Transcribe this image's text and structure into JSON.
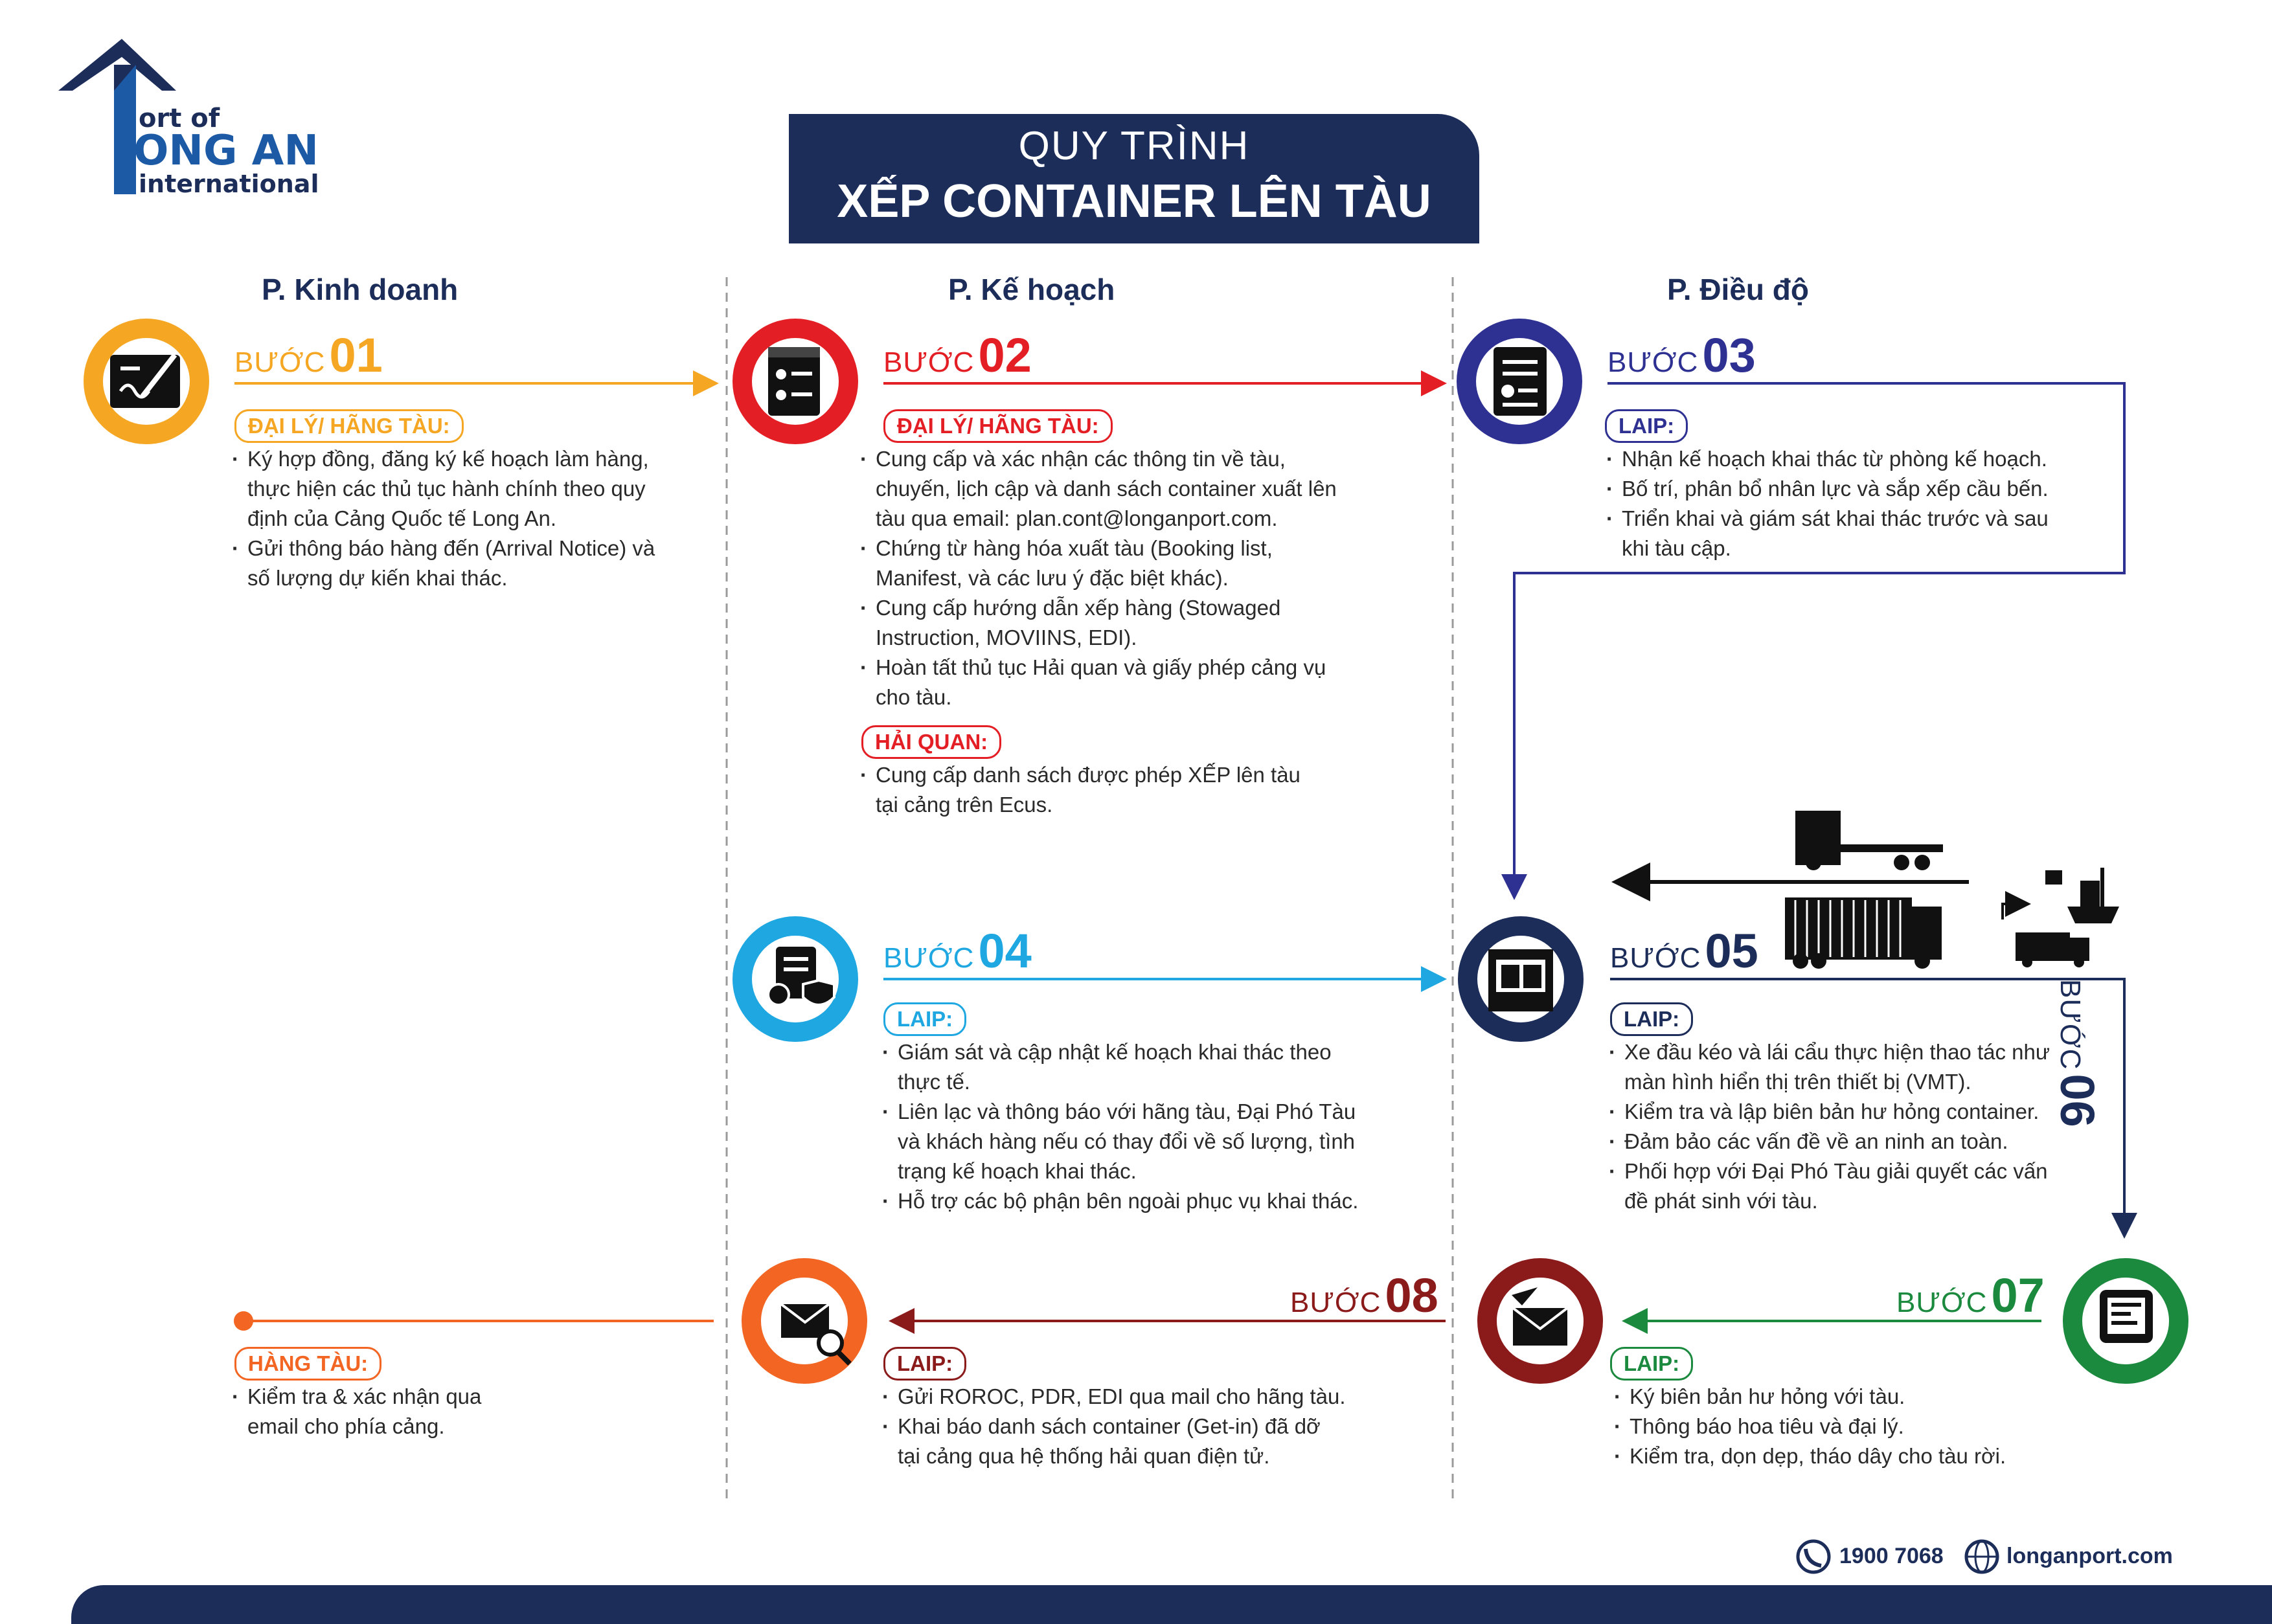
{
  "logo": {
    "line1": "ort of",
    "line2": "ONG AN",
    "line3": "international"
  },
  "title": {
    "line1": "QUY TRÌNH",
    "line2": "XẾP CONTAINER LÊN TÀU"
  },
  "departments": [
    "P. Kinh doanh",
    "P. Kế hoạch",
    "P. Điều độ"
  ],
  "step_word": "BƯỚC",
  "steps": [
    {
      "number": "01",
      "color": "#f5a623",
      "icon": "contract-signing-icon",
      "groups": [
        {
          "tag": "ĐẠI LÝ/ HÃNG TÀU:",
          "items": [
            "Ký hợp đồng, đăng ký kế hoạch làm hàng,\nthực hiện các thủ tục hành chính theo quy\nđịnh của Cảng Quốc tế Long An.",
            "Gửi thông báo hàng đến (Arrival Notice) và\nsố lượng dự kiến khai thác."
          ]
        }
      ]
    },
    {
      "number": "02",
      "color": "#e31e24",
      "icon": "document-list-icon",
      "groups": [
        {
          "tag": "ĐẠI LÝ/ HÃNG TÀU:",
          "items": [
            "Cung cấp và xác nhận các thông tin về tàu,\nchuyến, lịch cập và danh sách container xuất lên\ntàu qua email: plan.cont@longanport.com.",
            "Chứng từ hàng hóa xuất tàu (Booking list,\nManifest, và các lưu ý đặc biệt khác).",
            "Cung cấp hướng dẫn xếp hàng (Stowaged\nInstruction, MOVIINS, EDI).",
            "Hoàn tất thủ tục Hải quan và giấy phép cảng vụ\ncho tàu."
          ]
        },
        {
          "tag": "HẢI QUAN:",
          "items": [
            "Cung cấp danh sách được phép XẾP lên tàu\ntại cảng trên Ecus."
          ]
        }
      ]
    },
    {
      "number": "03",
      "color": "#2e3192",
      "icon": "checklist-icon",
      "groups": [
        {
          "tag": "LAIP:",
          "items": [
            "Nhận kế hoạch khai thác từ phòng kế hoạch.",
            "Bố trí, phân bổ nhân lực và sắp xếp cầu bến.",
            "Triển khai và giám sát khai thác trước và sau\nkhi tàu cập."
          ]
        }
      ]
    },
    {
      "number": "04",
      "color": "#1ea7e1",
      "icon": "document-inspection-icon",
      "groups": [
        {
          "tag": "LAIP:",
          "items": [
            "Giám sát và cập nhật kế hoạch khai thác theo\nthực tế.",
            "Liên lạc và thông báo với hãng tàu, Đại Phó Tàu\nvà khách hàng nếu có thay đổi về số lượng, tình\ntrạng kế hoạch khai thác.",
            "Hỗ trợ các bộ phận bên ngoài phục vụ khai thác."
          ]
        }
      ]
    },
    {
      "number": "05",
      "color": "#1c2d5a",
      "icon": "container-gate-icon",
      "groups": [
        {
          "tag": "LAIP:",
          "items": [
            "Xe đầu kéo và lái cẩu thực hiện thao tác như\nmàn hình hiển thị trên thiết bị (VMT).",
            "Kiểm tra và lập biên bản hư hỏng container.",
            "Đảm bảo các vấn đề về an ninh an toàn.",
            "Phối hợp với Đại Phó Tàu giải quyết các vấn\nđề phát sinh với tàu."
          ]
        }
      ]
    },
    {
      "number": "06",
      "color": "#1c2d5a",
      "icon": "",
      "groups": []
    },
    {
      "number": "07",
      "color": "#1b8a3e",
      "icon": "tablet-checklist-icon",
      "groups": [
        {
          "tag": "LAIP:",
          "items": [
            "Ký biên bản hư hỏng với tàu.",
            "Thông báo hoa tiêu và đại lý.",
            "Kiểm tra, dọn dẹp, tháo dây cho tàu rời."
          ]
        }
      ]
    },
    {
      "number": "08",
      "color": "#8b1a1a",
      "icon": "mail-send-icon",
      "groups": [
        {
          "tag": "LAIP:",
          "items": [
            "Gửi ROROC, PDR, EDI qua mail cho hãng tàu.",
            "Khai báo danh sách container (Get-in) đã dỡ\ntại cảng qua hệ thống hải quan điện tử."
          ]
        }
      ]
    },
    {
      "number": "",
      "color": "#f26522",
      "icon": "mail-search-icon",
      "groups": [
        {
          "tag": "HÀNG TÀU:",
          "items": [
            "Kiểm tra & xác nhận qua\nemail cho phía cảng."
          ]
        }
      ]
    }
  ],
  "footer": {
    "phone": "1900 7068",
    "website": "longanport.com"
  }
}
